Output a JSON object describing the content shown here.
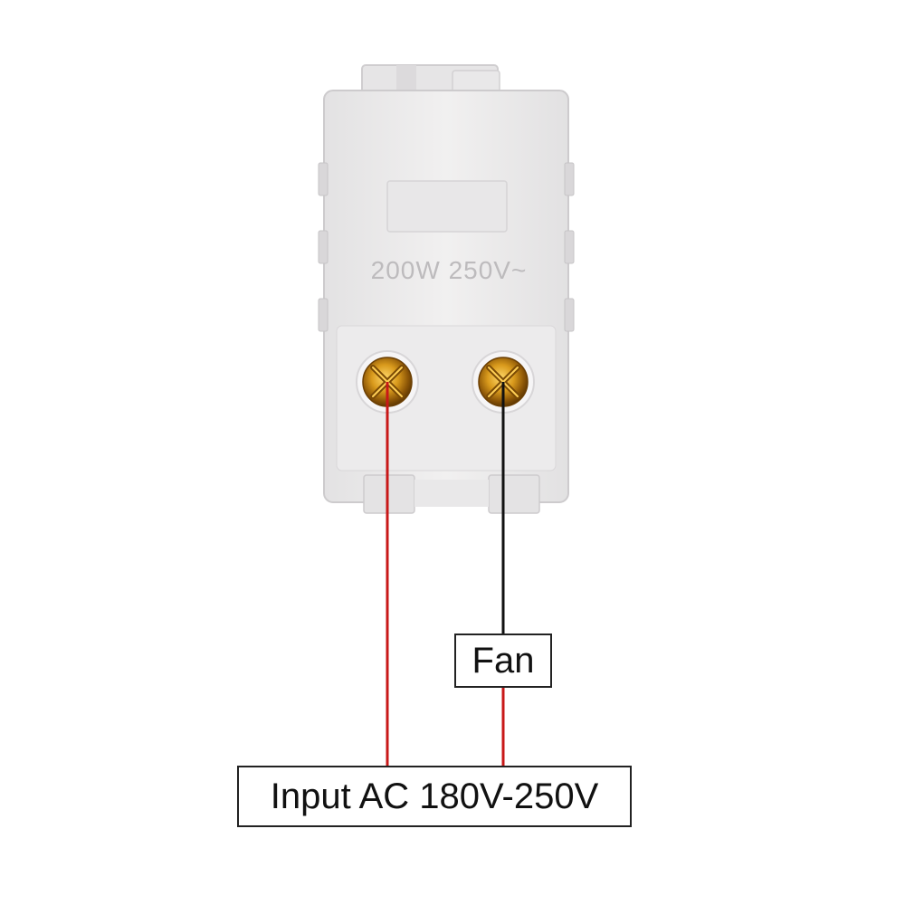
{
  "module": {
    "rating_text": "200W 250V~",
    "body_color": "#efeeee",
    "terminal_color": "#c88a12"
  },
  "wires": {
    "live_color": "#c81818",
    "fan_color": "#111111"
  },
  "labels": {
    "fan": "Fan",
    "input": "Input AC 180V-250V"
  }
}
